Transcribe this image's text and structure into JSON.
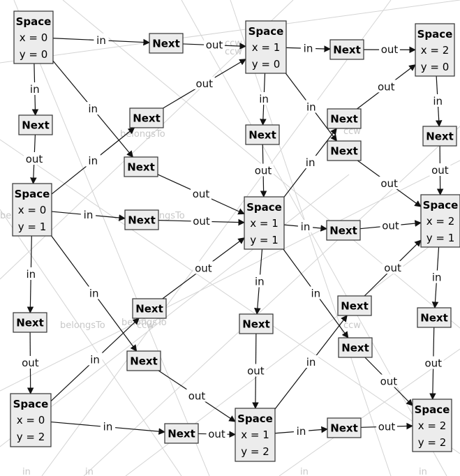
{
  "labels": {
    "space": "Space",
    "next": "Next",
    "in": "in",
    "out": "out",
    "x": "x = ",
    "y": "y = "
  },
  "ghost_labels": [
    "ccw",
    "ccw",
    "belongsTo",
    "belongsTo",
    "belongsTo",
    "belongsTo",
    "belongsTo",
    "ccw",
    "ccw",
    "ccw",
    "in",
    "in",
    "in",
    "in"
  ],
  "spaces": [
    {
      "id": "s00",
      "x": "0",
      "y": "0"
    },
    {
      "id": "s10",
      "x": "1",
      "y": "0"
    },
    {
      "id": "s20",
      "x": "2",
      "y": "0"
    },
    {
      "id": "s01",
      "x": "0",
      "y": "1"
    },
    {
      "id": "s11",
      "x": "1",
      "y": "1"
    },
    {
      "id": "s21",
      "x": "2",
      "y": "1"
    },
    {
      "id": "s02",
      "x": "0",
      "y": "2"
    },
    {
      "id": "s12",
      "x": "1",
      "y": "2"
    },
    {
      "id": "s22",
      "x": "2",
      "y": "2"
    }
  ],
  "next_nodes": [
    "n1",
    "n2",
    "n3",
    "n4",
    "n5",
    "n6",
    "n7",
    "n8",
    "n9",
    "n10",
    "n11",
    "n12",
    "n13",
    "n14",
    "n15",
    "n16",
    "n17",
    "n18",
    "n19",
    "n20"
  ],
  "edges": [
    {
      "from": "s00",
      "to": "n1",
      "label": "in"
    },
    {
      "from": "n1",
      "to": "s10",
      "label": "out"
    },
    {
      "from": "s10",
      "to": "n2",
      "label": "in"
    },
    {
      "from": "n2",
      "to": "s20",
      "label": "out"
    },
    {
      "from": "s01",
      "to": "n3",
      "label": "in"
    },
    {
      "from": "n3",
      "to": "s11",
      "label": "out"
    },
    {
      "from": "s11",
      "to": "n4",
      "label": "in"
    },
    {
      "from": "n4",
      "to": "s21",
      "label": "out"
    },
    {
      "from": "s02",
      "to": "n5",
      "label": "in"
    },
    {
      "from": "n5",
      "to": "s12",
      "label": "out"
    },
    {
      "from": "s12",
      "to": "n6",
      "label": "in"
    },
    {
      "from": "n6",
      "to": "s22",
      "label": "out"
    },
    {
      "from": "s00",
      "to": "n7",
      "label": "in"
    },
    {
      "from": "n7",
      "to": "s01",
      "label": "out"
    },
    {
      "from": "s01",
      "to": "n8",
      "label": "in"
    },
    {
      "from": "n8",
      "to": "s02",
      "label": "out"
    },
    {
      "from": "s10",
      "to": "n9",
      "label": "in"
    },
    {
      "from": "n9",
      "to": "s11",
      "label": "out"
    },
    {
      "from": "s11",
      "to": "n10",
      "label": "in"
    },
    {
      "from": "n10",
      "to": "s12",
      "label": "out"
    },
    {
      "from": "s20",
      "to": "n11",
      "label": "in"
    },
    {
      "from": "n11",
      "to": "s21",
      "label": "out"
    },
    {
      "from": "s21",
      "to": "n12",
      "label": "in"
    },
    {
      "from": "n12",
      "to": "s22",
      "label": "out"
    },
    {
      "from": "s00",
      "to": "n13",
      "label": "in"
    },
    {
      "from": "n13",
      "to": "s11",
      "label": "out"
    },
    {
      "from": "s01",
      "to": "n14",
      "label": "in"
    },
    {
      "from": "n14",
      "to": "s10",
      "label": "out"
    },
    {
      "from": "s10",
      "to": "n15",
      "label": "in"
    },
    {
      "from": "n15",
      "to": "s21",
      "label": "out"
    },
    {
      "from": "s11",
      "to": "n16",
      "label": "in"
    },
    {
      "from": "n16",
      "to": "s20",
      "label": "out"
    },
    {
      "from": "s01",
      "to": "n17",
      "label": "in"
    },
    {
      "from": "n17",
      "to": "s12",
      "label": "out"
    },
    {
      "from": "s02",
      "to": "n18",
      "label": "in"
    },
    {
      "from": "n18",
      "to": "s11",
      "label": "out"
    },
    {
      "from": "s11",
      "to": "n19",
      "label": "in"
    },
    {
      "from": "n19",
      "to": "s22",
      "label": "out"
    },
    {
      "from": "s12",
      "to": "n20",
      "label": "in"
    },
    {
      "from": "n20",
      "to": "s21",
      "label": "out"
    }
  ]
}
